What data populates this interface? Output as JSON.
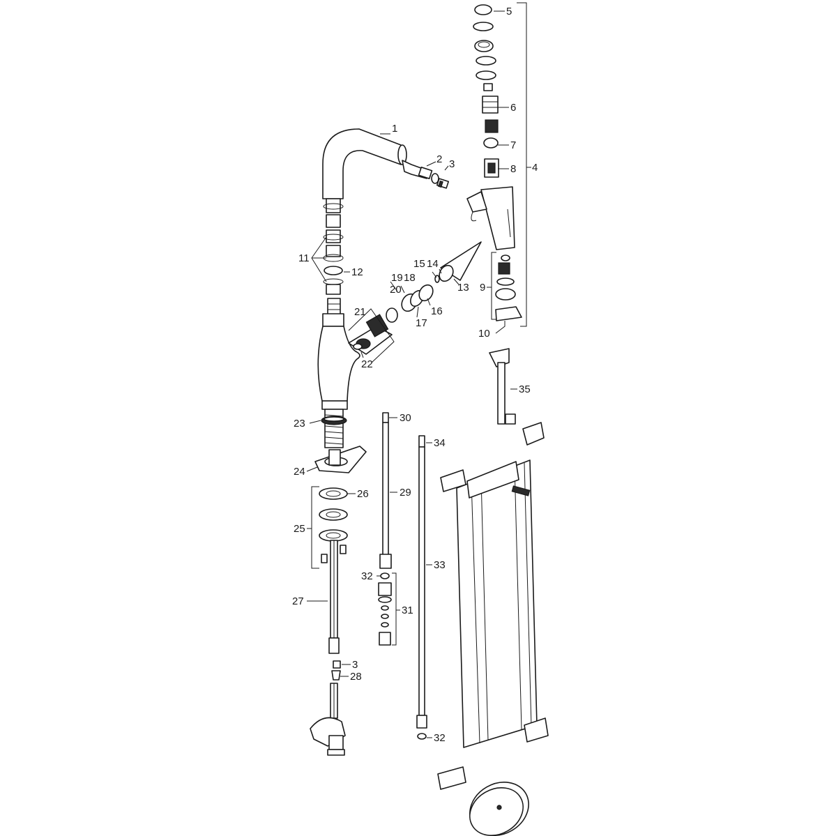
{
  "diagram": {
    "background": "#ffffff",
    "line_color": "#1a1a1a",
    "callouts": [
      {
        "id": "c1",
        "text": "1"
      },
      {
        "id": "c2",
        "text": "2"
      },
      {
        "id": "c3a",
        "text": "3"
      },
      {
        "id": "c4",
        "text": "4"
      },
      {
        "id": "c5",
        "text": "5"
      },
      {
        "id": "c6",
        "text": "6"
      },
      {
        "id": "c7",
        "text": "7"
      },
      {
        "id": "c8",
        "text": "8"
      },
      {
        "id": "c9",
        "text": "9"
      },
      {
        "id": "c10",
        "text": "10"
      },
      {
        "id": "c11",
        "text": "11"
      },
      {
        "id": "c12",
        "text": "12"
      },
      {
        "id": "c13",
        "text": "13"
      },
      {
        "id": "c14",
        "text": "14"
      },
      {
        "id": "c15",
        "text": "15"
      },
      {
        "id": "c16",
        "text": "16"
      },
      {
        "id": "c17",
        "text": "17"
      },
      {
        "id": "c18",
        "text": "18"
      },
      {
        "id": "c19",
        "text": "19"
      },
      {
        "id": "c20",
        "text": "20"
      },
      {
        "id": "c21",
        "text": "21"
      },
      {
        "id": "c22",
        "text": "22"
      },
      {
        "id": "c23",
        "text": "23"
      },
      {
        "id": "c24",
        "text": "24"
      },
      {
        "id": "c25",
        "text": "25"
      },
      {
        "id": "c26",
        "text": "26"
      },
      {
        "id": "c27",
        "text": "27"
      },
      {
        "id": "c28",
        "text": "28"
      },
      {
        "id": "c29",
        "text": "29"
      },
      {
        "id": "c30",
        "text": "30"
      },
      {
        "id": "c31",
        "text": "31"
      },
      {
        "id": "c32a",
        "text": "32"
      },
      {
        "id": "c32b",
        "text": "32"
      },
      {
        "id": "c33",
        "text": "33"
      },
      {
        "id": "c34",
        "text": "34"
      },
      {
        "id": "c35",
        "text": "35"
      },
      {
        "id": "c3b",
        "text": "3"
      }
    ]
  }
}
